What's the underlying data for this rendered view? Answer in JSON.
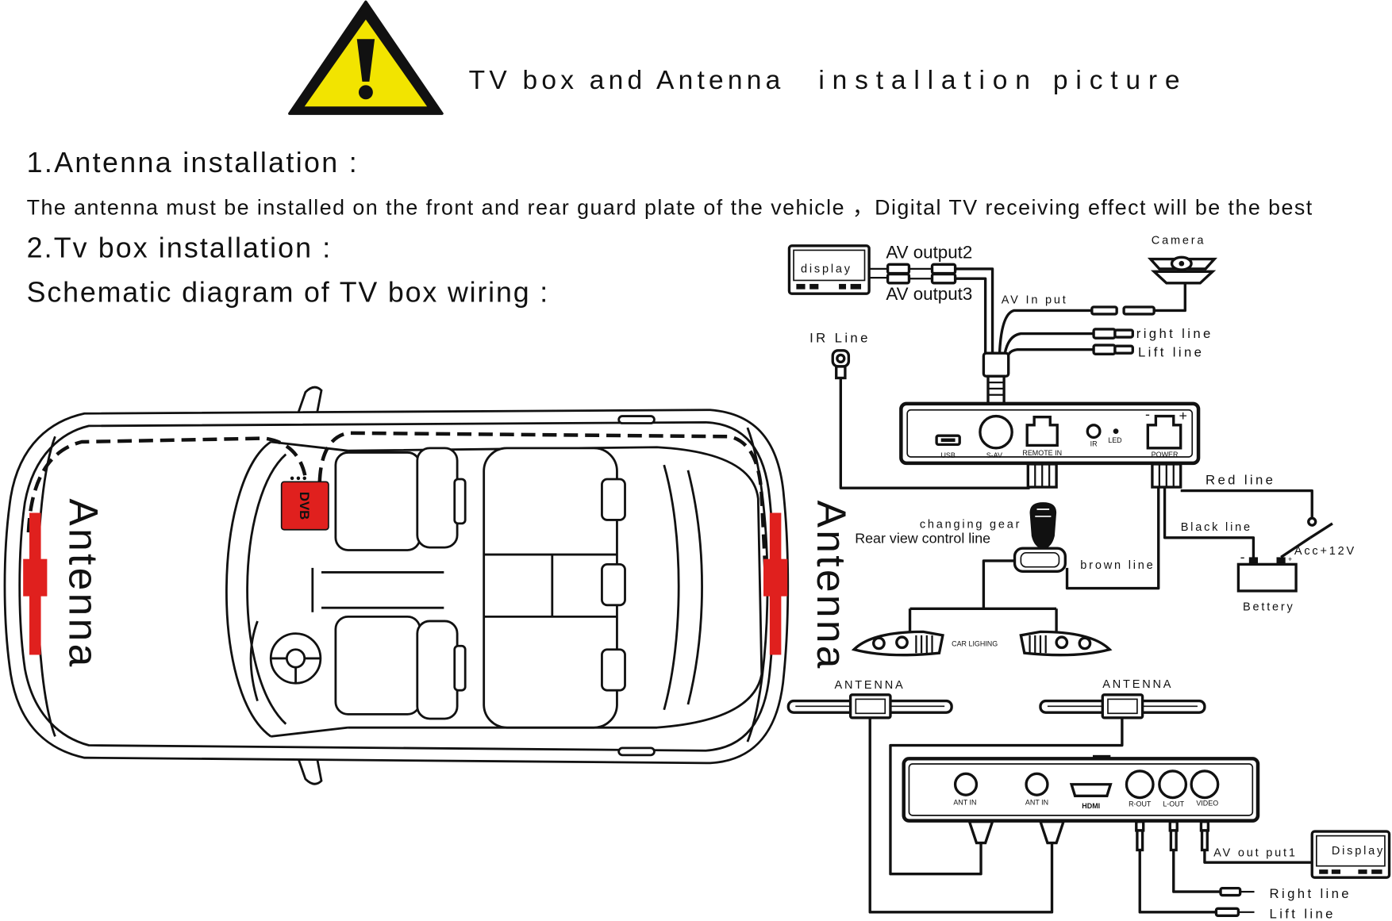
{
  "header": {
    "title_part1": "TV box and Antenna",
    "title_part2": "installation picture",
    "icon": "warning-triangle-icon"
  },
  "sections": {
    "antenna_heading": "1.Antenna installation :",
    "antenna_note": "The antenna must be installed on the front and rear guard plate of the vehicle ，Digital TV receiving effect will be the best",
    "box_heading": "2.Tv box installation :",
    "wiring_heading": "Schematic diagram of TV box wiring :"
  },
  "car": {
    "antenna_left": "Antenna",
    "antenna_right": "Antenna",
    "dvb_label": "DVB"
  },
  "wiring_top": {
    "display": "display",
    "av_output2": "AV output2",
    "av_output3": "AV output3",
    "camera": "Camera",
    "av_input": "AV In put",
    "right_line": "right line",
    "lift_line": "Lift line",
    "ir_line": "IR Line",
    "ports": {
      "usb": "USB",
      "sav": "S-AV",
      "remote_in": "REMOTE IN",
      "ir": "IR",
      "led": "LED",
      "power": "POWER",
      "minus": "-",
      "plus": "+"
    },
    "red_line": "Red line",
    "black_line": "Black line",
    "acc": "Acc+12V",
    "battery": "Bettery",
    "battery_minus": "-",
    "battery_plus": "+",
    "changing_gear": "changing gear",
    "rear_view": "Rear view control line",
    "brown_line": "brown line",
    "car_lighting": "CAR LIGHING"
  },
  "wiring_bottom": {
    "antenna_left": "ANTENNA",
    "antenna_right": "ANTENNA",
    "ports": {
      "ant_in_1": "ANT IN",
      "ant_in_2": "ANT IN",
      "hdmi": "HDMI",
      "r_out": "R-OUT",
      "l_out": "L-OUT",
      "video": "VIDEO"
    },
    "av_out_put1": "AV out put1",
    "display": "Display",
    "right_line": "Right line",
    "lift_line": "Lift line"
  },
  "colors": {
    "warning_yellow": "#f2e400",
    "antenna_red": "#e0201e",
    "dvb_red": "#e0201e",
    "line": "#111111"
  }
}
